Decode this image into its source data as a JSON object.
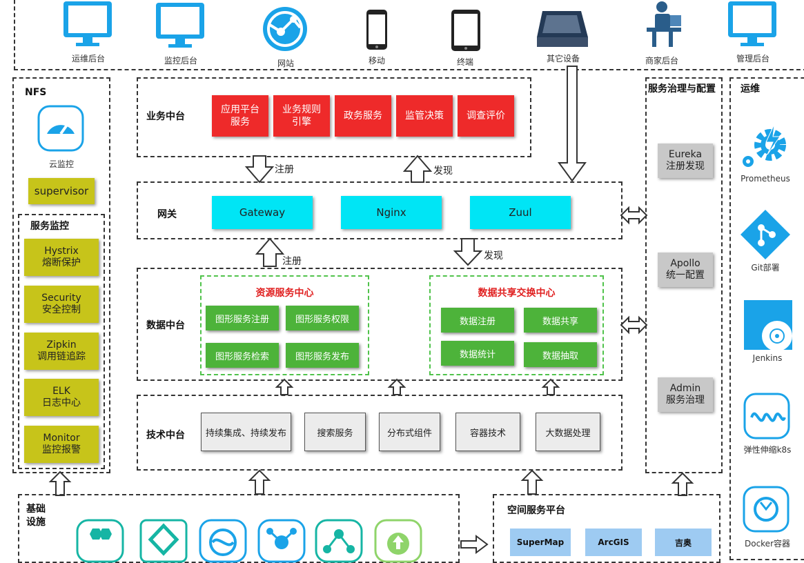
{
  "top_devices": [
    {
      "icon": "monitor-icon",
      "label": "运维后台"
    },
    {
      "icon": "monitor-icon",
      "label": "监控后台"
    },
    {
      "icon": "globe-icon",
      "label": "网站"
    },
    {
      "icon": "phone-icon",
      "label": "移动"
    },
    {
      "icon": "tablet-icon",
      "label": "终端"
    },
    {
      "icon": "scanner-icon",
      "label": "其它设备"
    },
    {
      "icon": "merchant-icon",
      "label": "商家后台"
    },
    {
      "icon": "monitor-icon",
      "label": "管理后台"
    }
  ],
  "nfs": {
    "title": "NFS",
    "cloud_label": "云监控",
    "supervisor": "supervisor",
    "monitor_title": "服务监控",
    "items": [
      {
        "en": "Hystrix",
        "cn": "熔断保护"
      },
      {
        "en": "Security",
        "cn": "安全控制"
      },
      {
        "en": "Zipkin",
        "cn": "调用链追踪"
      },
      {
        "en": "ELK",
        "cn": "日志中心"
      },
      {
        "en": "Monitor",
        "cn": "监控报警"
      }
    ]
  },
  "business": {
    "title": "业务中台",
    "items": [
      {
        "l1": "应用平台",
        "l2": "服务"
      },
      {
        "l1": "业务规则",
        "l2": "引擎"
      },
      {
        "l1": "政务服务",
        "l2": ""
      },
      {
        "l1": "监管决策",
        "l2": ""
      },
      {
        "l1": "调查评价",
        "l2": ""
      }
    ]
  },
  "arrows_labels": {
    "register": "注册",
    "discover": "发现"
  },
  "gateway": {
    "title": "网关",
    "items": [
      "Gateway",
      "Nginx",
      "Zuul"
    ]
  },
  "data_center": {
    "title": "数据中台",
    "resource": {
      "title": "资源服务中心",
      "items": [
        "图形服务注册",
        "图形服务权限",
        "图形服务检索",
        "图形服务发布"
      ]
    },
    "exchange": {
      "title": "数据共享交换中心",
      "items": [
        "数据注册",
        "数据共享",
        "数据统计",
        "数据抽取"
      ]
    }
  },
  "tech": {
    "title": "技术中台",
    "items": [
      "持续集成、持续发布",
      "搜索服务",
      "分布式组件",
      "容器技术",
      "大数据处理"
    ]
  },
  "governance": {
    "title": "服务治理与配置",
    "items": [
      {
        "en": "Eureka",
        "cn": "注册发现"
      },
      {
        "en": "Apollo",
        "cn": "统一配置"
      },
      {
        "en": "Admin",
        "cn": "服务治理"
      }
    ]
  },
  "ops": {
    "title": "运维",
    "items": [
      {
        "icon": "gear-icon",
        "label": "Prometheus"
      },
      {
        "icon": "git-icon",
        "label": "Git部署"
      },
      {
        "icon": "jenkins-icon",
        "label": "Jenkins"
      },
      {
        "icon": "k8s-icon",
        "label": "弹性伸缩k8s"
      },
      {
        "icon": "docker-icon",
        "label": "Docker容器"
      }
    ]
  },
  "infra": {
    "title_l1": "基础",
    "title_l2": "设施"
  },
  "spatial": {
    "title": "空间服务平台",
    "items": [
      "SuperMap",
      "ArcGIS",
      "吉奥"
    ]
  },
  "colors": {
    "red": "#ee2a2a",
    "cyan": "#00e5f5",
    "green": "#4db33a",
    "olive": "#c7c41a",
    "gray": "#c8c8c8",
    "blue_icon": "#1aa3e8"
  }
}
